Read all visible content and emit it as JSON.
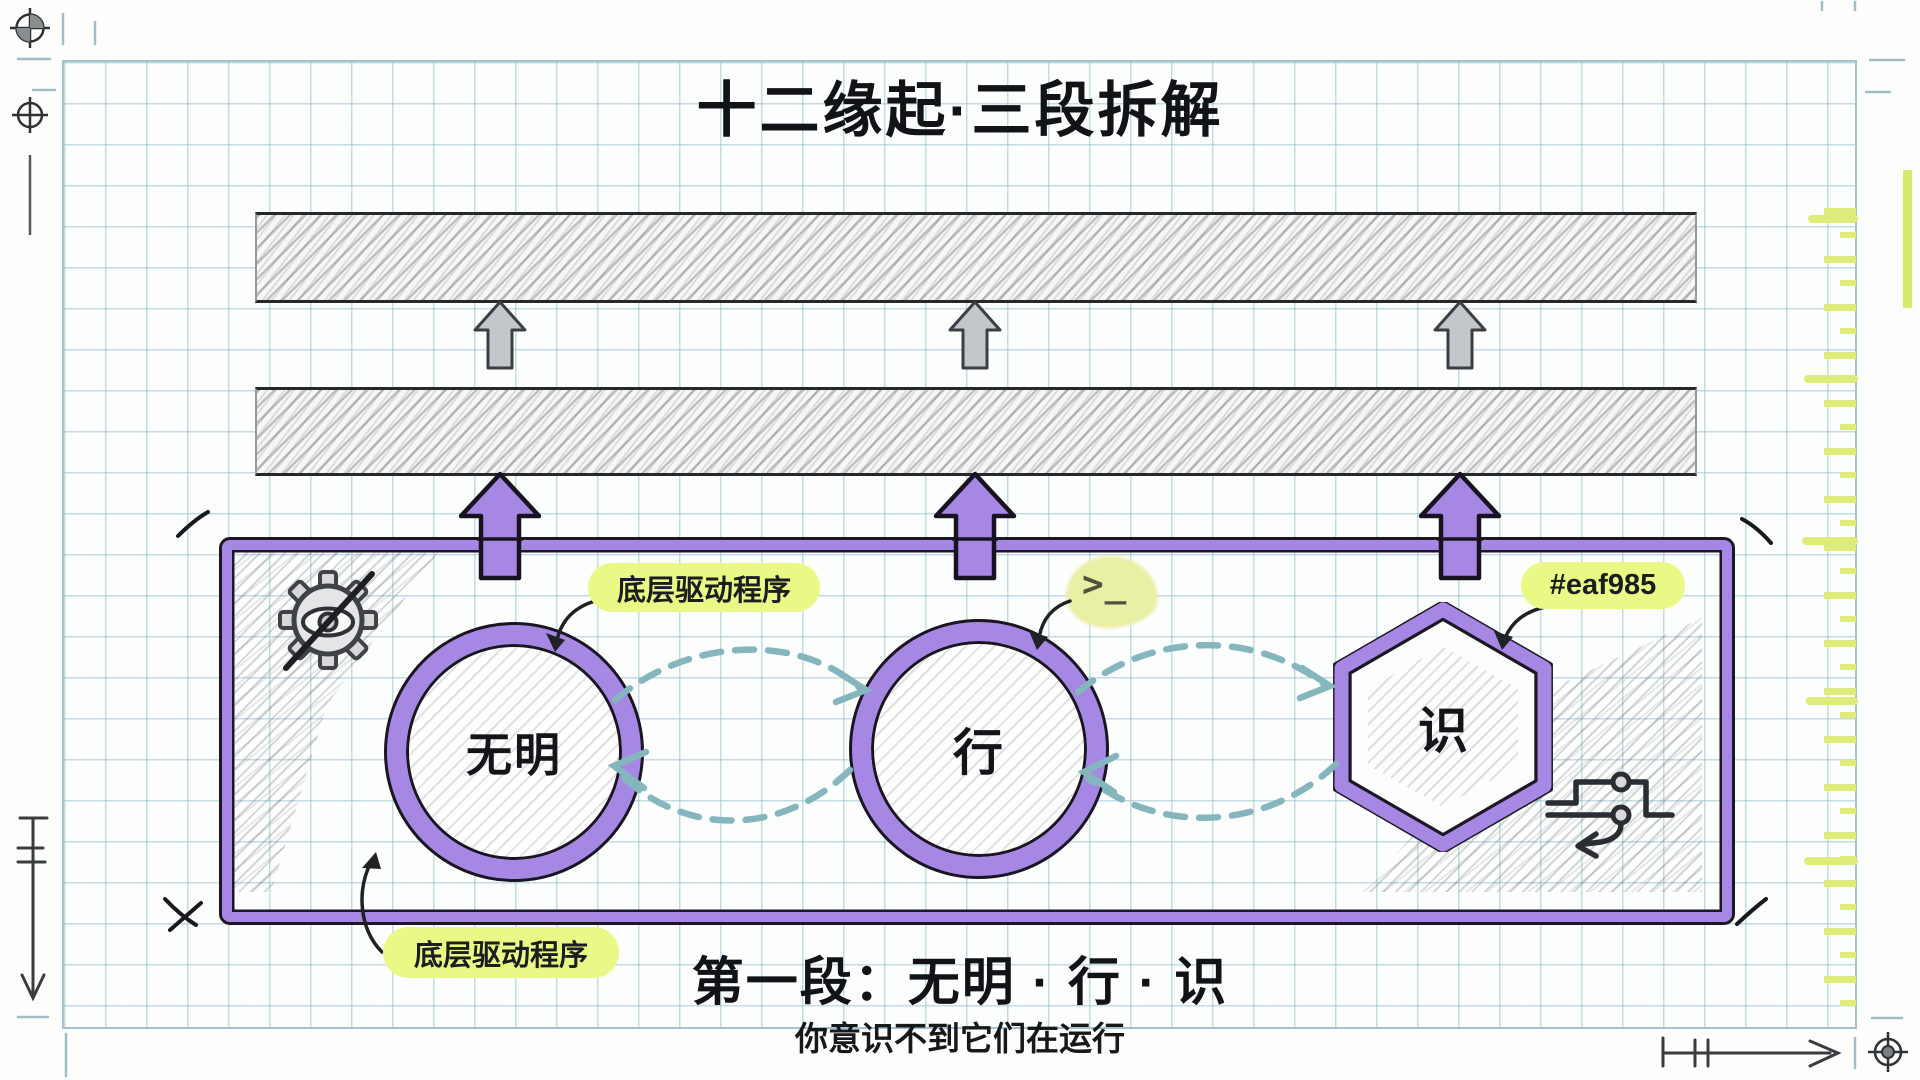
{
  "title": "十二缘起·三段拆解",
  "colors": {
    "accent_purple": "#a687e3",
    "highlight_yellow_green": "#eaf985",
    "cycle_arrow_teal": "#85b6bd",
    "ruler_lime": "#dfec79",
    "ink": "#17181a"
  },
  "upper_layers": {
    "bar_count": 2,
    "gray_arrow_count": 3,
    "purple_arrow_count": 3
  },
  "stage_box": {
    "nodes": [
      {
        "id": "wuming",
        "label": "无明",
        "shape": "circle"
      },
      {
        "id": "xing",
        "label": "行",
        "shape": "circle"
      },
      {
        "id": "shi",
        "label": "识",
        "shape": "hexagon"
      }
    ],
    "callouts": {
      "driver_top": "底层驱动程序",
      "terminal_prompt": ">_",
      "color_code": "#eaf985",
      "driver_bottom": "底层驱动程序"
    },
    "icons": [
      "hidden-process-gear-eye-icon",
      "terminal-prompt-icon",
      "flow-branch-icon"
    ]
  },
  "footer": {
    "stage_title": "第一段：无明 · 行 · 识",
    "stage_subtitle": "你意识不到它们在运行"
  }
}
